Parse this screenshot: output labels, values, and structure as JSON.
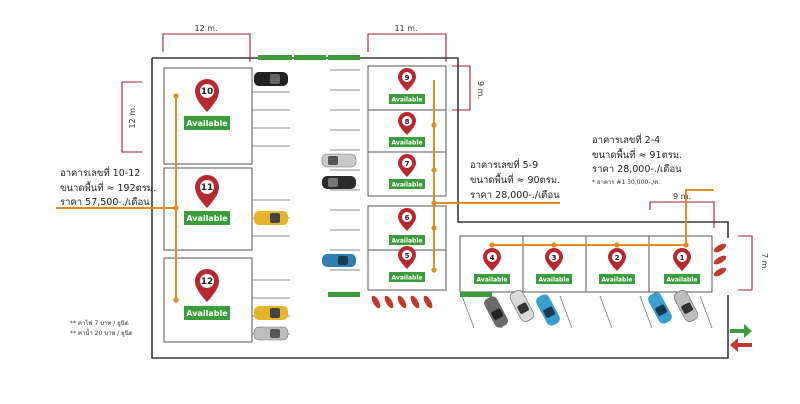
{
  "dimensions": {
    "left_width": "12 m.",
    "left_depth": "12 m.",
    "middle_width": "11 m.",
    "middle_depth": "9 m.",
    "right_width": "9 m.",
    "right_depth": "7 m."
  },
  "units": [
    {
      "number": "10",
      "status": "Available"
    },
    {
      "number": "11",
      "status": "Available"
    },
    {
      "number": "12",
      "status": "Available"
    },
    {
      "number": "9",
      "status": "Available"
    },
    {
      "number": "8",
      "status": "Available"
    },
    {
      "number": "7",
      "status": "Available"
    },
    {
      "number": "6",
      "status": "Available"
    },
    {
      "number": "5",
      "status": "Available"
    },
    {
      "number": "4",
      "status": "Available"
    },
    {
      "number": "3",
      "status": "Available"
    },
    {
      "number": "2",
      "status": "Available"
    },
    {
      "number": "1",
      "status": "Available"
    }
  ],
  "info_left": {
    "line1": "อาคารเลขที่ 10-12",
    "line2": "ขนาดพื้นที่ ≈ 192ตรม.",
    "line3": "ราคา 57,500-./เดือน"
  },
  "info_middle": {
    "line1": "อาคารเลขที่ 5-9",
    "line2": "ขนาดพื้นที่ ≈ 90ตรม.",
    "line3": "ราคา 28,000-./เดือน"
  },
  "info_right": {
    "line1": "อาคารเลขที่ 2-4",
    "line2": "ขนาดพื้นที่ ≈ 91ตรม.",
    "line3": "ราคา 28,000-./เดือน",
    "line4": "* อาคาร #1 30,000-./ด."
  },
  "notes": {
    "line1": "** ค่าไฟ 7 บาท   / ยูนิต",
    "line2": "** ค่าน้ำ 20 บาท / ยูนิต"
  },
  "colors": {
    "available_green": "#3a9c3a",
    "pin_red": "#b8292f",
    "dimension_red": "#9c1f2e",
    "route_orange": "#e08c1e",
    "wall_dark": "#3a3a3a"
  }
}
